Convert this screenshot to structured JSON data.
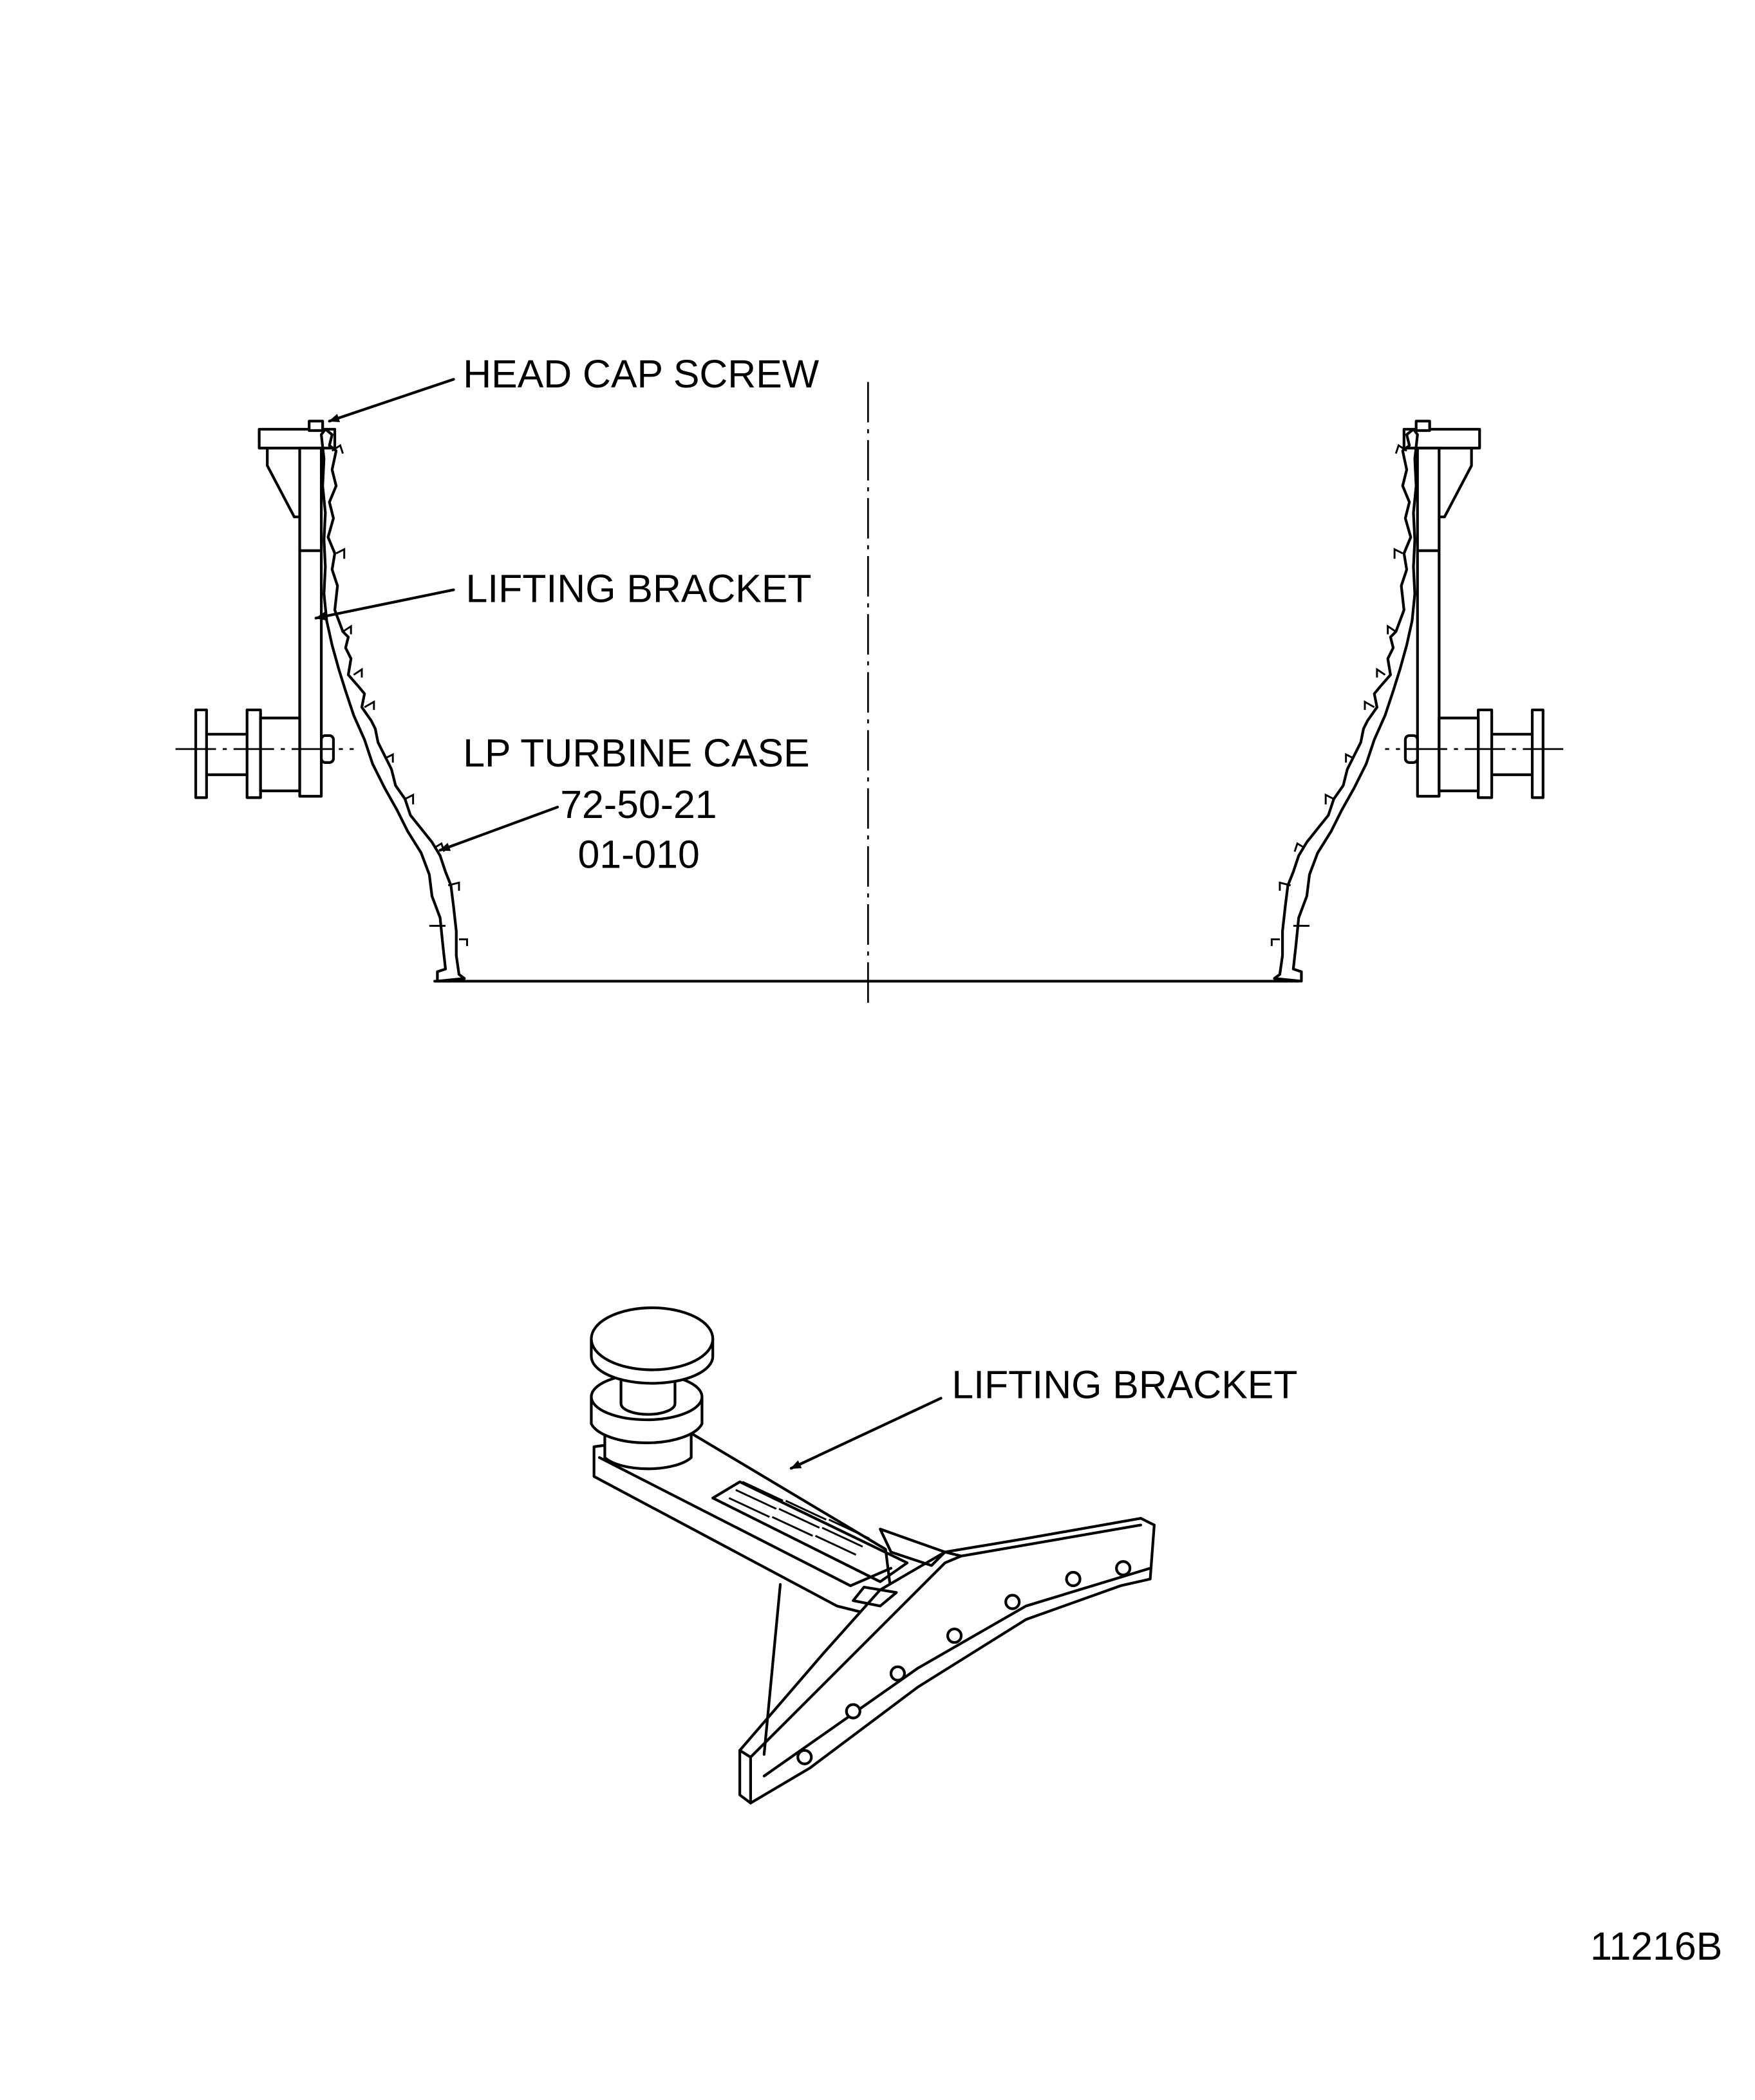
{
  "section_view": {
    "labels": {
      "head_cap_screw": "HEAD CAP SCREW",
      "lifting_bracket": "LIFTING BRACKET",
      "lp_turbine_case": "LP TURBINE CASE",
      "case_ref_1": "72-50-21",
      "case_ref_2": "01-010"
    }
  },
  "isometric_view": {
    "labels": {
      "lifting_bracket": "LIFTING BRACKET"
    }
  },
  "figure_id": "11216B"
}
